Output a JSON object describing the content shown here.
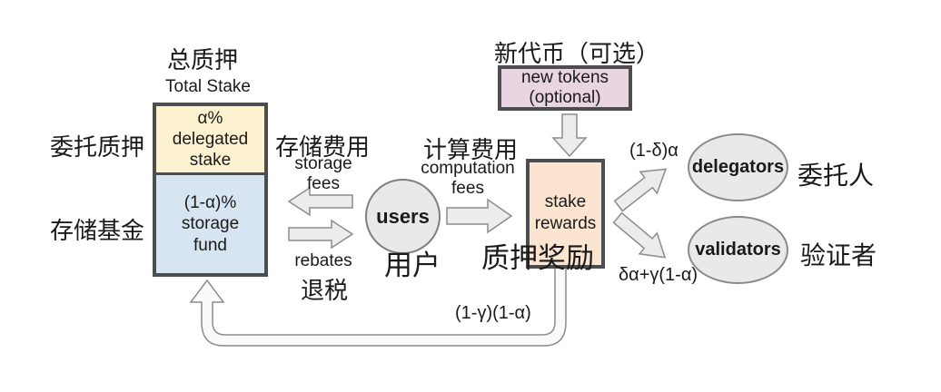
{
  "colors": {
    "delegated_fill": "#fdf2cf",
    "storage_fill": "#d7e4f2",
    "rewards_fill": "#fbe5d1",
    "new_tokens_fill": "#e9d4e1",
    "node_fill": "#e9e9e9",
    "arrow_fill": "#ececec",
    "border_dark": "#4d4d4d"
  },
  "total_stake": {
    "heading_zh": "总质押",
    "heading_en": "Total Stake",
    "delegated_line1": "α%",
    "delegated_line2": "delegated",
    "delegated_line3": "stake",
    "storage_line1": "(1-α)%",
    "storage_line2": "storage",
    "storage_line3": "fund",
    "delegated_label_zh": "委托质押",
    "storage_label_zh": "存储基金"
  },
  "users": {
    "label": "users",
    "label_zh": "用户"
  },
  "new_tokens": {
    "heading_zh": "新代币（可选）",
    "line1": "new tokens",
    "line2": "(optional)"
  },
  "stake_rewards": {
    "line1": "stake",
    "line2": "rewards",
    "label_zh": "质押奖励"
  },
  "delegators": {
    "label": "delegators",
    "label_zh": "委托人"
  },
  "validators": {
    "label": "validators",
    "label_zh": "验证者"
  },
  "flows": {
    "storage_fees_zh": "存储费用",
    "storage_fees_en1": "storage",
    "storage_fees_en2": "fees",
    "rebates_en": "rebates",
    "rebates_zh": "退税",
    "computation_fees_zh": "计算费用",
    "computation_fees_en1": "computation",
    "computation_fees_en2": "fees",
    "delegators_share": "(1-δ)α",
    "validators_share": "δα+γ(1-α)",
    "storage_fund_share": "(1-γ)(1-α)"
  }
}
